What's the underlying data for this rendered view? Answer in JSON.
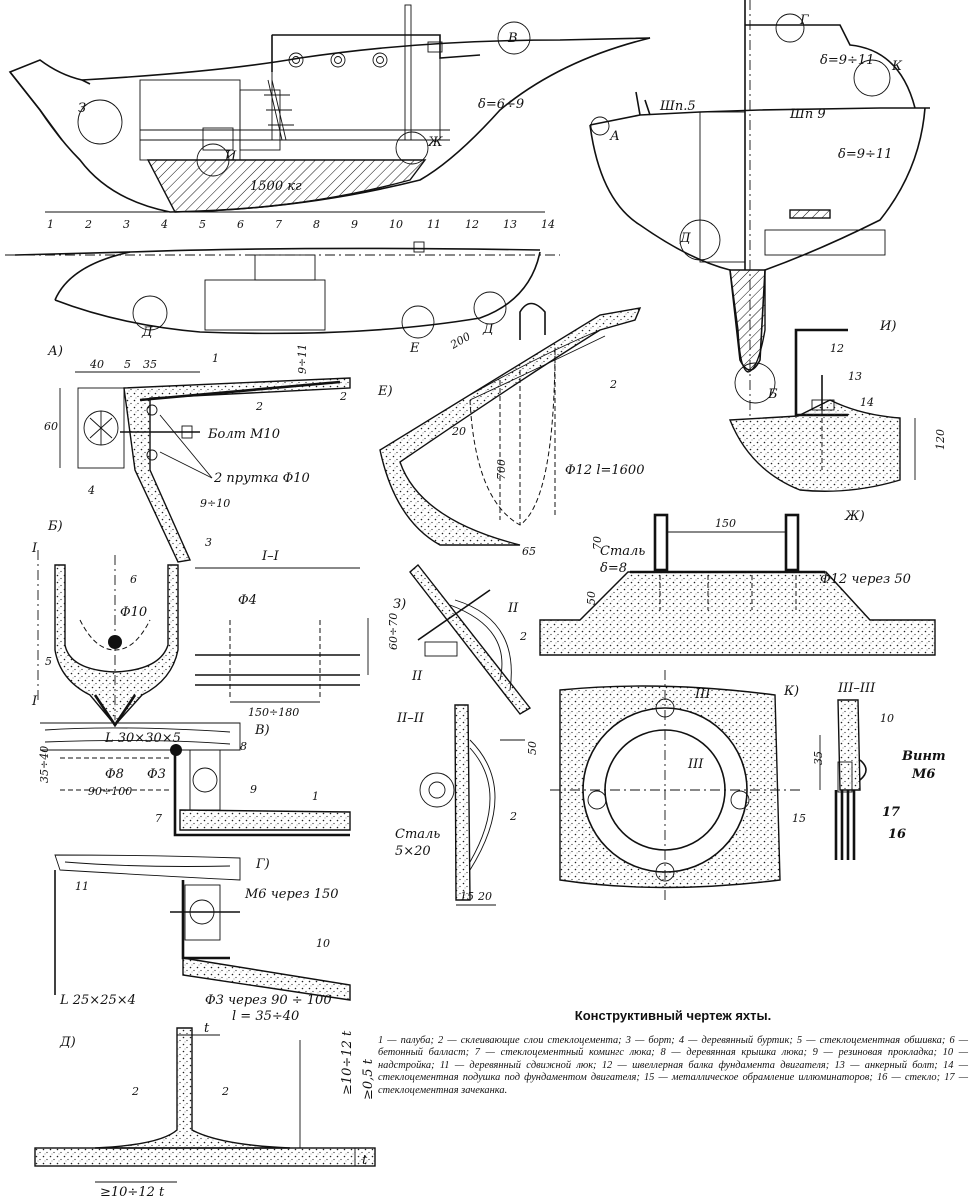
{
  "caption": {
    "title": "Конструктивный чертеж яхты.",
    "text": "1 — палуба; 2 — склеивающие слои стеклоцемента; 3 — борт; 4 — деревянный буртик; 5 — стеклоцементная обшивка; 6 — бетонный балласт; 7 — стеклоцементный комингс люка; 8 — деревянная крышка люка; 9 — резиновая прокладка; 10 — надстройка; 11 — деревянный сдвижной люк; 12 — швеллерная балка фундамента двигателя; 13 — анкерный болт; 14 — стеклоцементная подушка под фундаментом двигателя; 15 — металлическое обрамление иллюминаторов; 16 — стекло; 17 — стеклоцементная зачеканка."
  },
  "side_view": {
    "callouts": [
      "З",
      "И",
      "Ж",
      "В"
    ],
    "ballast": "1500 кг",
    "hull_thickness": "δ=6÷9",
    "stations": [
      "1",
      "2",
      "3",
      "4",
      "5",
      "6",
      "7",
      "8",
      "9",
      "10",
      "11",
      "12",
      "13",
      "14"
    ]
  },
  "plan_view": {
    "callouts": [
      "Д",
      "Е",
      "Д"
    ]
  },
  "section_view": {
    "frame_a": "Шп.5",
    "frame_b": "Шп 9",
    "thickness_top": "δ=9÷11",
    "thickness_side": "δ=9÷11",
    "callouts": [
      "Г",
      "К",
      "А",
      "Д",
      "Б"
    ]
  },
  "detail_a": {
    "label": "А)",
    "dims": [
      "40",
      "5",
      "35",
      "9÷11",
      "60",
      "9÷10"
    ],
    "notes": [
      "Болт М10",
      "2 прутка Φ10"
    ],
    "parts": [
      "1",
      "2",
      "2",
      "3",
      "4"
    ]
  },
  "detail_b": {
    "label": "Б)",
    "section_mark": "I",
    "section_title": "I–I",
    "dims": [
      "Φ10",
      "Φ4",
      "60÷70",
      "150÷180"
    ],
    "angle": "L 30×30×5",
    "parts": [
      "5",
      "6"
    ]
  },
  "detail_v": {
    "label": "В)",
    "dims": [
      "35÷40",
      "Φ8",
      "Φ3",
      "90÷100"
    ],
    "parts": [
      "7",
      "8",
      "9",
      "1"
    ]
  },
  "detail_g": {
    "label": "Г)",
    "notes": [
      "М6  через 150",
      "L 25×25×4",
      "Φ3 через 90 ÷ 100",
      "l = 35÷40"
    ],
    "parts": [
      "11",
      "10"
    ]
  },
  "detail_d": {
    "label": "Д)",
    "dims": [
      "t",
      "≥10÷12 t",
      "≥0,5 t",
      "t",
      "≥10÷12 t"
    ],
    "parts": [
      "2",
      "2"
    ]
  },
  "detail_e": {
    "label": "Е)",
    "dims": [
      "200",
      "20",
      "700",
      "65"
    ],
    "notes": [
      "Φ12  l=1600"
    ],
    "parts": [
      "2"
    ]
  },
  "detail_z": {
    "label": "З)",
    "section_mark": "II",
    "parts": [
      "2"
    ]
  },
  "detail_ii": {
    "title": "II–II",
    "dims": [
      "50",
      "15",
      "20"
    ],
    "notes": [
      "Сталь",
      "5×20"
    ],
    "parts": [
      "2"
    ]
  },
  "detail_i": {
    "label": "И)",
    "dims": [
      "120"
    ],
    "parts": [
      "12",
      "13",
      "14"
    ]
  },
  "detail_zh": {
    "label": "Ж)",
    "dims": [
      "150",
      "70",
      "50"
    ],
    "notes": [
      "Сталь",
      "δ=8",
      "Φ12 через 50"
    ]
  },
  "detail_k": {
    "label": "К)",
    "section_mark": "III",
    "section_title": "III–III",
    "dims": [
      "35"
    ],
    "notes": [
      "Винт",
      "М6"
    ],
    "parts": [
      "10",
      "15",
      "17",
      "16"
    ]
  }
}
